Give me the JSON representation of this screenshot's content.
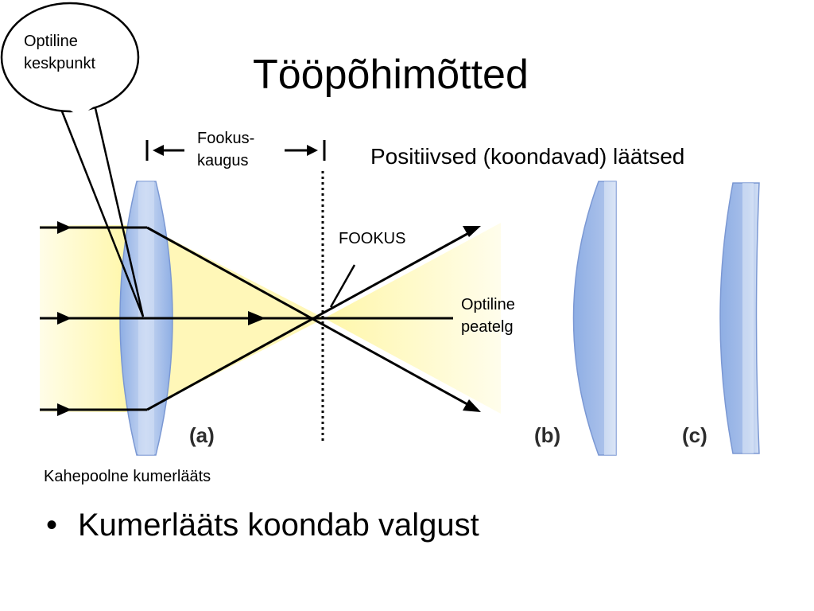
{
  "slide": {
    "title": "Tööpõhimõtted",
    "subtitle": "Positiivsed (koondavad) läätsed",
    "callout": "Optiline keskpunkt",
    "focal_label_line1": "Fookus-",
    "focal_label_line2": "kaugus",
    "focus_label": "FOOKUS",
    "axis_label_line1": "Optiline",
    "axis_label_line2": "peatelg",
    "lens_caption": "Kahepoolne kumerlääts",
    "panel_labels": [
      "(a)",
      "(b)",
      "(c)"
    ],
    "bullets": [
      "Kumerlääts koondab valgust"
    ]
  },
  "colors": {
    "lens_fill": "#9fb8e6",
    "lens_edge": "#7b98d3",
    "light_beam": "#fff7b0",
    "ray": "#000000"
  }
}
